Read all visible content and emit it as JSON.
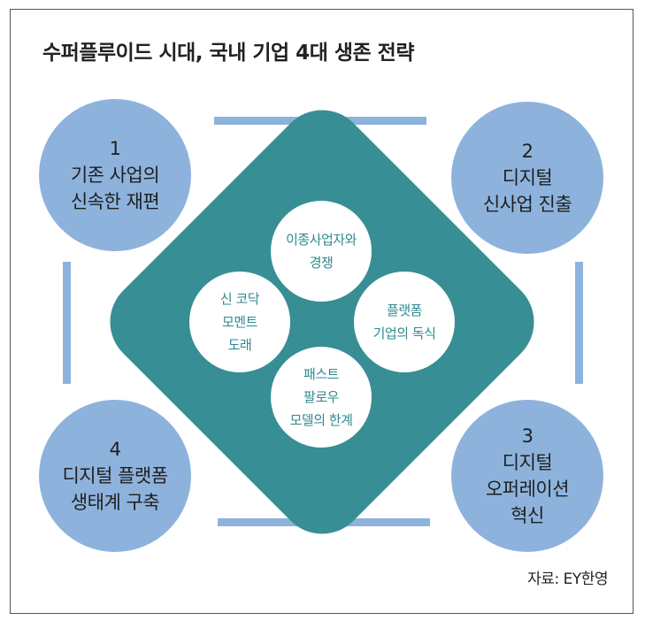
{
  "title": "수퍼플루이드 시대, 국내 기업 4대 생존 전략",
  "strategies": [
    {
      "number": "1",
      "lines": [
        "기존 사업의",
        "신속한 재편"
      ]
    },
    {
      "number": "2",
      "lines": [
        "디지털",
        "신사업 진출"
      ]
    },
    {
      "number": "3",
      "lines": [
        "디지털",
        "오퍼레이션",
        "혁신"
      ]
    },
    {
      "number": "4",
      "lines": [
        "디지털 플랫폼",
        "생태계 구축"
      ]
    }
  ],
  "threats": {
    "top": [
      "이종사업자와",
      "경쟁"
    ],
    "left": [
      "신 코닥",
      "모멘트",
      "도래"
    ],
    "right": [
      "플랫폼",
      "기업의 독식"
    ],
    "bottom": [
      "패스트",
      "팔로우",
      "모델의 한계"
    ]
  },
  "source": "자료: EY한영",
  "colors": {
    "circle": "#8db3dc",
    "diamond": "#378e94",
    "inner_text": "#2f8a90"
  }
}
